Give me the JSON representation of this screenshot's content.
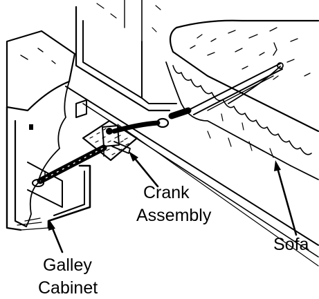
{
  "diagram": {
    "labels": {
      "crank": [
        "Crank",
        "Assembly"
      ],
      "sofa": "Sofa",
      "galley": [
        "Galley",
        "Cabinet"
      ]
    }
  }
}
